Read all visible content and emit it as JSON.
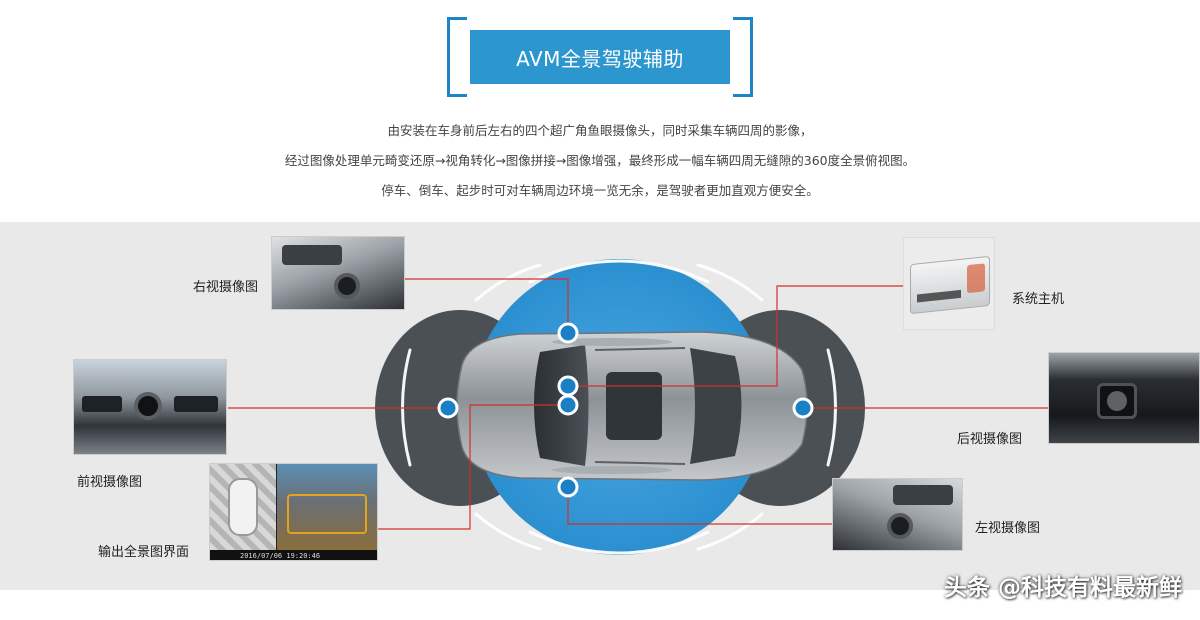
{
  "title": "AVM全景驾驶辅助",
  "description": [
    "由安装在车身前后左右的四个超广角鱼眼摄像头，同时采集车辆四周的影像，",
    "经过图像处理单元畸变还原→视角转化→图像拼接→图像增强，最终形成一幅车辆四周无缝隙的360度全景俯视图。",
    "停车、倒车、起步时可对车辆周边环境一览无余，是驾驶者更加直观方便安全。"
  ],
  "labels": {
    "right_camera": "右视摄像图",
    "front_camera": "前视摄像图",
    "output_interface": "输出全景图界面",
    "system_host": "系统主机",
    "rear_camera": "后视摄像图",
    "left_camera": "左视摄像图"
  },
  "screen_timestamp": "2016/07/06 19:20:46",
  "watermark": "头条 @科技有料最新鲜",
  "colors": {
    "accent_blue": "#2c96cf",
    "frame_blue": "#1c86c5",
    "connector_red": "#d0312d",
    "panel_gray": "#e9e9e9"
  },
  "icons": [
    "camera-node-icon",
    "car-illustration",
    "system-host-device"
  ]
}
